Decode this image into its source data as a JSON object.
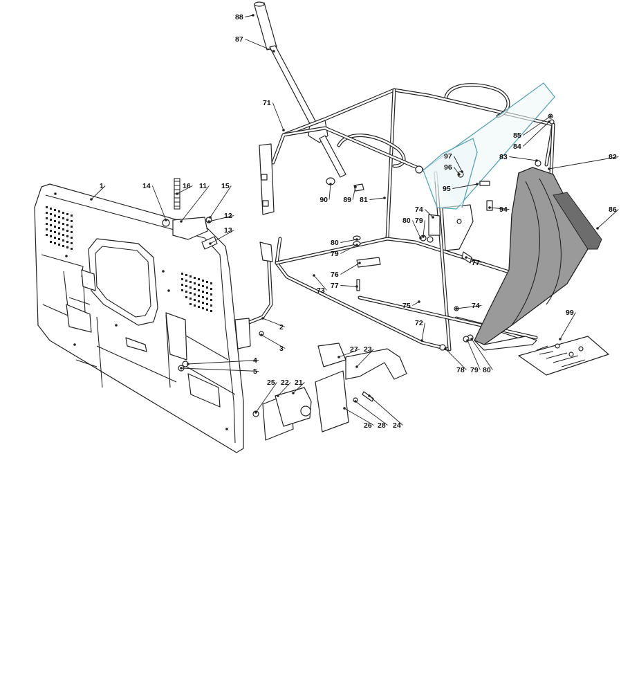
{
  "diagram": {
    "callouts": [
      {
        "id": "1",
        "label": "1"
      },
      {
        "id": "2",
        "label": "2"
      },
      {
        "id": "3",
        "label": "3"
      },
      {
        "id": "4",
        "label": "4"
      },
      {
        "id": "5",
        "label": "5"
      },
      {
        "id": "11",
        "label": "11"
      },
      {
        "id": "12",
        "label": "12"
      },
      {
        "id": "13",
        "label": "13"
      },
      {
        "id": "14",
        "label": "14"
      },
      {
        "id": "15",
        "label": "15"
      },
      {
        "id": "16",
        "label": "16"
      },
      {
        "id": "21",
        "label": "21"
      },
      {
        "id": "22",
        "label": "22"
      },
      {
        "id": "23",
        "label": "23"
      },
      {
        "id": "24",
        "label": "24"
      },
      {
        "id": "25",
        "label": "25"
      },
      {
        "id": "26",
        "label": "26"
      },
      {
        "id": "27",
        "label": "27"
      },
      {
        "id": "28",
        "label": "28"
      },
      {
        "id": "71",
        "label": "71"
      },
      {
        "id": "72",
        "label": "72"
      },
      {
        "id": "73",
        "label": "73"
      },
      {
        "id": "74a",
        "label": "74"
      },
      {
        "id": "74b",
        "label": "74"
      },
      {
        "id": "75",
        "label": "75"
      },
      {
        "id": "76",
        "label": "76"
      },
      {
        "id": "77a",
        "label": "77"
      },
      {
        "id": "77b",
        "label": "77"
      },
      {
        "id": "78",
        "label": "78"
      },
      {
        "id": "79a",
        "label": "79"
      },
      {
        "id": "79b",
        "label": "79"
      },
      {
        "id": "79c",
        "label": "79"
      },
      {
        "id": "80a",
        "label": "80"
      },
      {
        "id": "80b",
        "label": "80"
      },
      {
        "id": "80c",
        "label": "80"
      },
      {
        "id": "81",
        "label": "81"
      },
      {
        "id": "82",
        "label": "82"
      },
      {
        "id": "83",
        "label": "83"
      },
      {
        "id": "84",
        "label": "84"
      },
      {
        "id": "85",
        "label": "85"
      },
      {
        "id": "86",
        "label": "86"
      },
      {
        "id": "87",
        "label": "87"
      },
      {
        "id": "88",
        "label": "88"
      },
      {
        "id": "89",
        "label": "89"
      },
      {
        "id": "90",
        "label": "90"
      },
      {
        "id": "94",
        "label": "94"
      },
      {
        "id": "95",
        "label": "95"
      },
      {
        "id": "96",
        "label": "96"
      },
      {
        "id": "97",
        "label": "97"
      },
      {
        "id": "99",
        "label": "99"
      }
    ]
  }
}
